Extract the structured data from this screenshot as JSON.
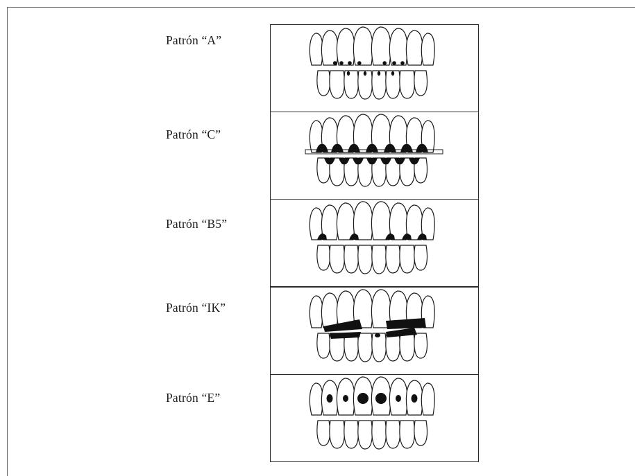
{
  "figure": {
    "patterns": [
      {
        "label": "Patrón “A”",
        "marks": "small-dots-gingival"
      },
      {
        "label": "Patrón “C”",
        "marks": "interproximal-cervical-bands"
      },
      {
        "label": "Patrón “B5”",
        "marks": "interproximal-upper"
      },
      {
        "label": "Patrón “IK”",
        "marks": "incisal-band"
      },
      {
        "label": "Patrón “E”",
        "marks": "central-dots"
      }
    ],
    "colors": {
      "stroke": "#1a1a1a",
      "fill": "#111111",
      "frame": "#6a6a6a"
    }
  }
}
